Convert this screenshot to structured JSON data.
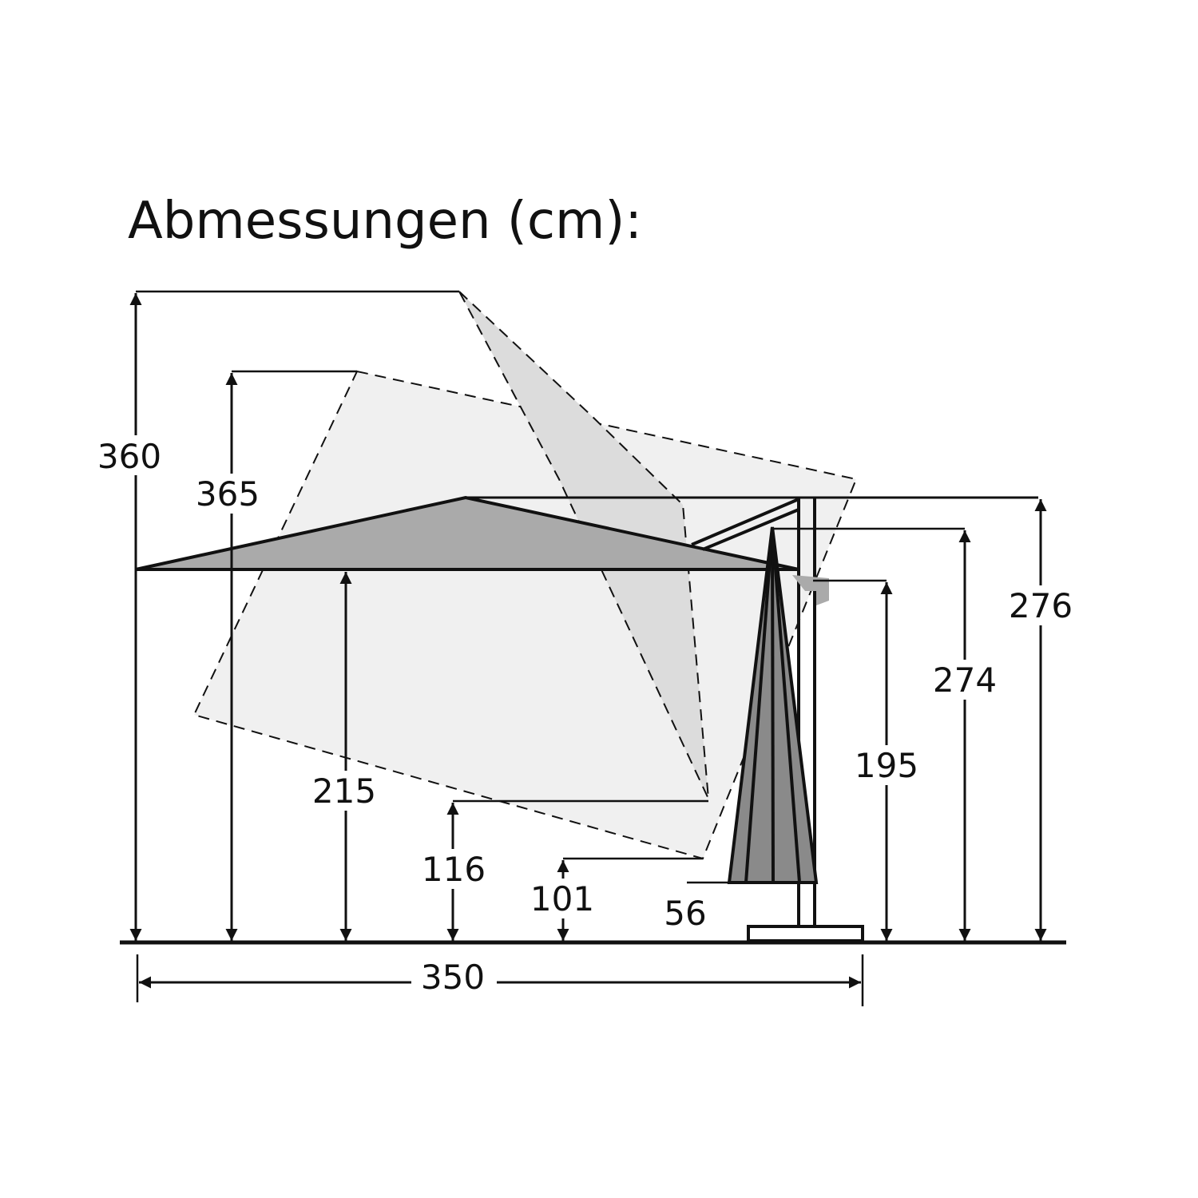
{
  "title": "Abmessungen (cm):",
  "dimensions": {
    "height_tilted_max": "360",
    "height_tilted_square": "365",
    "height_canopy_bottom": "215",
    "height_tilted_low_1": "116",
    "height_tilted_low_2": "101",
    "folded_base_height": "56",
    "height_hinge": "195",
    "height_folded_top": "274",
    "height_total": "276",
    "width_span": "350"
  },
  "colors": {
    "canopy": "#aaaaaa",
    "folded": "#8a8a8a",
    "tilted_light": "#f0f0f0",
    "tilted_mid": "#dcdcdc",
    "line": "#111111"
  }
}
